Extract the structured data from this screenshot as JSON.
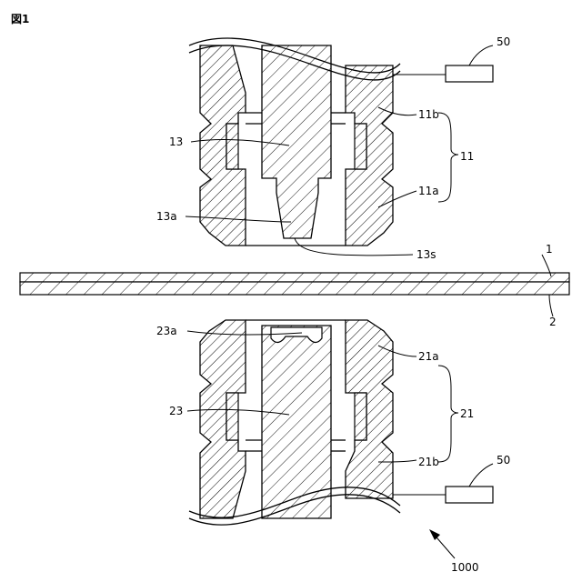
{
  "figure_title": "図1",
  "labels": {
    "device_upper_right": "50",
    "upper_die_part_b": "11b",
    "upper_die": "11",
    "upper_die_part_a": "11a",
    "upper_punch": "13",
    "upper_punch_tip": "13a",
    "upper_punch_face": "13s",
    "workpiece_top": "1",
    "workpiece_bottom": "2",
    "lower_punch_tip": "23a",
    "lower_die_part_a": "21a",
    "lower_die": "21",
    "lower_punch": "23",
    "lower_die_part_b": "21b",
    "device_lower_right": "50",
    "apparatus": "1000"
  }
}
